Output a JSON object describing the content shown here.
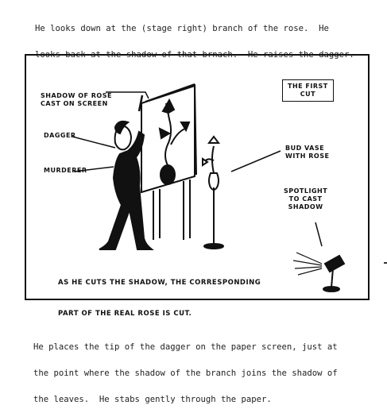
{
  "top_text": {
    "line1": "He looks down at the (stage right) branch of the rose.  He",
    "line2": "looks back at the shadow of that brnach.  He raises the dagger."
  },
  "panel": {
    "labels": {
      "shadow_of_rose": "SHADOW OF ROSE\nCAST ON SCREEN",
      "dagger": "DAGGER",
      "murderer": "MURDERER",
      "the_first_cut": "THE FIRST\nCUT",
      "bud_vase": "BUD VASE\nWITH ROSE",
      "spotlight": "SPOTLIGHT\nTO CAST\nSHADOW"
    },
    "caption": {
      "line1": "AS HE CUTS THE SHADOW, THE CORRESPONDING",
      "line2": "PART OF THE REAL ROSE IS CUT."
    }
  },
  "bottom_text": {
    "line1": "He places the tip of the dagger on the paper screen, just at",
    "line2": "the point where the shadow of the branch joins the shadow of",
    "line3": "the leaves.  He stabs gently through the paper."
  }
}
